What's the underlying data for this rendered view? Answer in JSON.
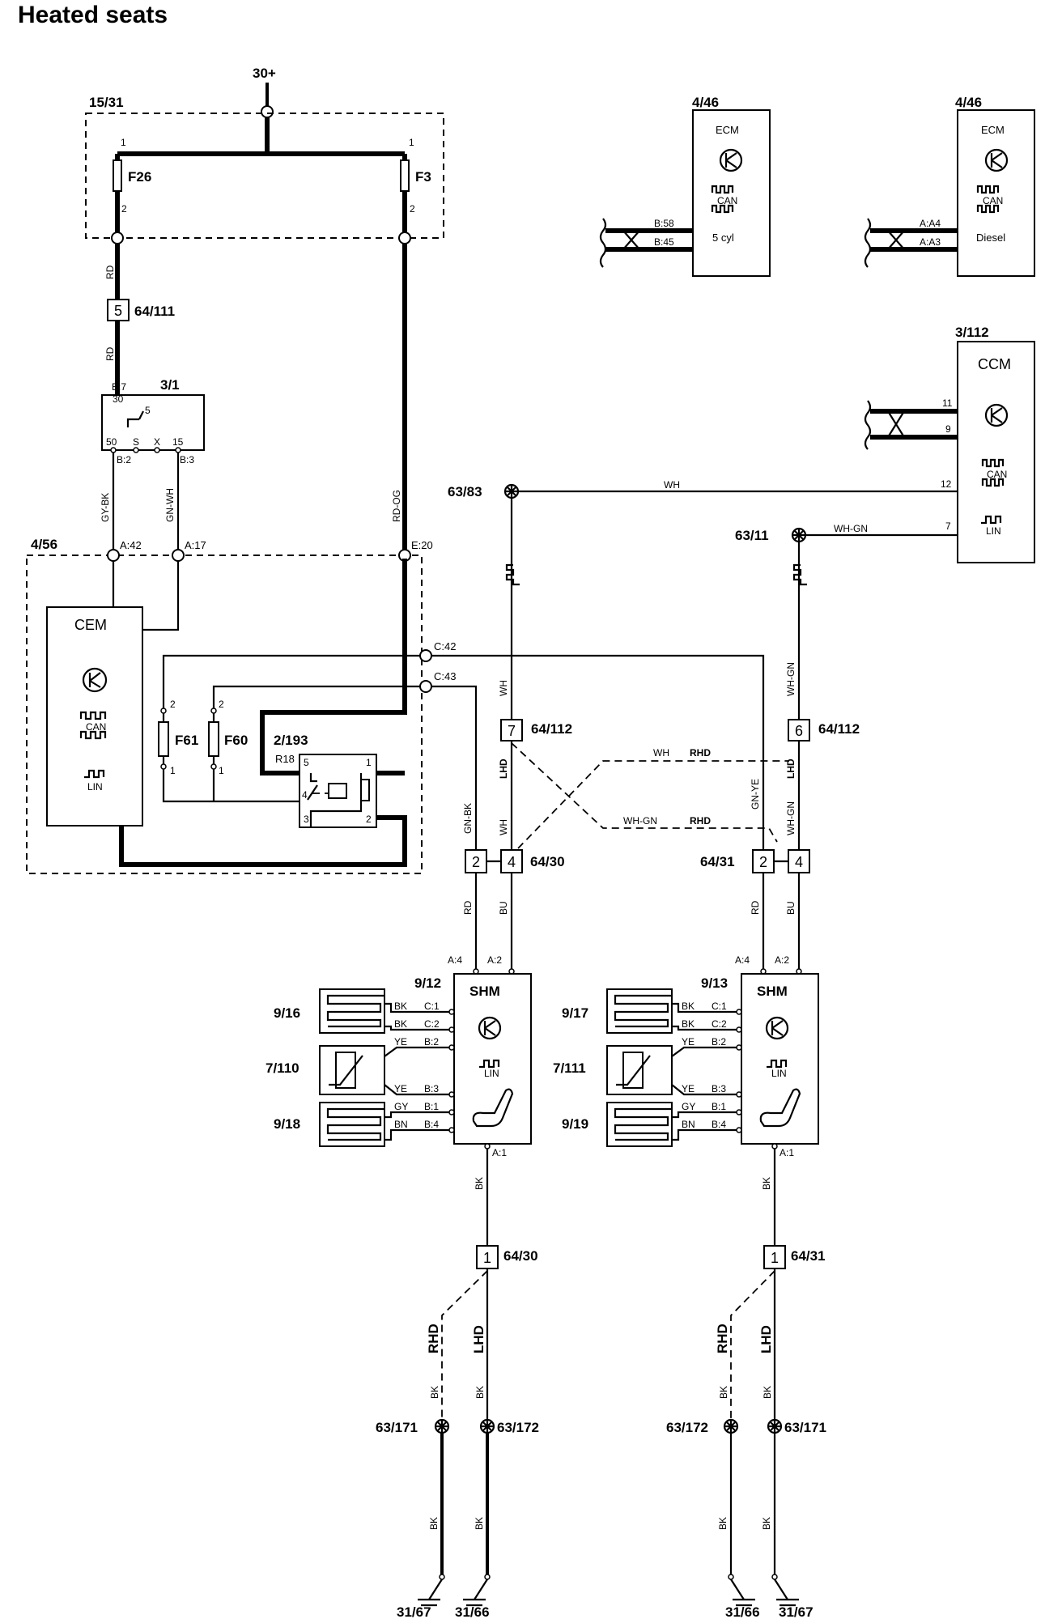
{
  "title": "Heated seats",
  "supply": "30+",
  "fuse_box": {
    "id": "15/31",
    "fuses": [
      {
        "name": "F26",
        "pin_in": "1",
        "pin_out": "2"
      },
      {
        "name": "F3",
        "pin_in": "1",
        "pin_out": "2"
      }
    ]
  },
  "connector_64_111": {
    "id": "64/111",
    "pin": "5"
  },
  "ignition_switch": {
    "id": "3/1",
    "pin_30": "30",
    "pin_5": "5",
    "pin_50": "50",
    "pin_s": "S",
    "pin_x": "X",
    "pin_15": "15",
    "conn_b7": "B:7",
    "conn_b2": "B:2",
    "conn_b3": "B:3"
  },
  "ecm_5cyl": {
    "id": "4/46",
    "title": "ECM",
    "variant": "5 cyl",
    "pins": [
      "B:58",
      "B:45"
    ],
    "can": "CAN"
  },
  "ecm_diesel": {
    "id": "4/46",
    "title": "ECM",
    "variant": "Diesel",
    "pins": [
      "A:A4",
      "A:A3"
    ],
    "can": "CAN"
  },
  "ccm": {
    "id": "3/112",
    "title": "CCM",
    "pins": [
      "11",
      "9",
      "12",
      "7"
    ],
    "can": "CAN",
    "lin": "LIN"
  },
  "cem": {
    "id": "4/56",
    "title": "CEM",
    "can": "CAN",
    "lin": "LIN",
    "pins": {
      "a42": "A:42",
      "a17": "A:17",
      "e20": "E:20",
      "c42": "C:42",
      "c43": "C:43"
    },
    "fuses": [
      "F61",
      "F60"
    ],
    "fuse_pin_top": "2",
    "fuse_pin_bottom": "1"
  },
  "relay": {
    "id": "2/193",
    "ref": "R18",
    "pins": [
      "5",
      "1",
      "4",
      "3",
      "2"
    ]
  },
  "splices": {
    "s63_83": "63/83",
    "s63_11": "63/11"
  },
  "connectors_64_112": [
    {
      "id": "64/112",
      "pin": "7"
    },
    {
      "id": "64/112",
      "pin": "6"
    }
  ],
  "connector_64_30": {
    "id": "64/30",
    "pins": [
      "2",
      "4"
    ]
  },
  "connector_64_31": {
    "id": "64/31",
    "pins": [
      "2",
      "4"
    ]
  },
  "wire_colors": {
    "rd": "RD",
    "gy_bk": "GY-BK",
    "gn_wh": "GN-WH",
    "rd_og": "RD-OG",
    "wh": "WH",
    "wh_gn": "WH-GN",
    "gn_bk": "GN-BK",
    "gn_ye": "GN-YE",
    "bu": "BU",
    "bk": "BK",
    "ye": "YE",
    "gy": "GY",
    "bn": "BN"
  },
  "variants": {
    "lhd": "LHD",
    "rhd": "RHD"
  },
  "shm_left": {
    "id": "9/12",
    "title": "SHM",
    "lin": "LIN",
    "top_pins": [
      "A:4",
      "A:2"
    ],
    "bottom_pin": "A:1",
    "pins": [
      "C:1",
      "C:2",
      "B:2",
      "B:3",
      "B:1",
      "B:4"
    ],
    "elements": [
      "9/16",
      "7/110",
      "9/18"
    ],
    "wire_colors": [
      "BK",
      "BK",
      "YE",
      "YE",
      "GY",
      "BN"
    ]
  },
  "shm_right": {
    "id": "9/13",
    "title": "SHM",
    "lin": "LIN",
    "top_pins": [
      "A:4",
      "A:2"
    ],
    "bottom_pin": "A:1",
    "pins": [
      "C:1",
      "C:2",
      "B:2",
      "B:3",
      "B:1",
      "B:4"
    ],
    "elements": [
      "9/17",
      "7/111",
      "9/19"
    ],
    "wire_colors": [
      "BK",
      "BK",
      "YE",
      "YE",
      "GY",
      "BN"
    ]
  },
  "lower_left": {
    "connector": "64/30",
    "pin": "1",
    "splices": [
      "63/171",
      "63/172"
    ],
    "grounds": [
      "31/67",
      "31/66"
    ]
  },
  "lower_right": {
    "connector": "64/31",
    "pin": "1",
    "splices": [
      "63/172",
      "63/171"
    ],
    "grounds": [
      "31/66",
      "31/67"
    ]
  }
}
